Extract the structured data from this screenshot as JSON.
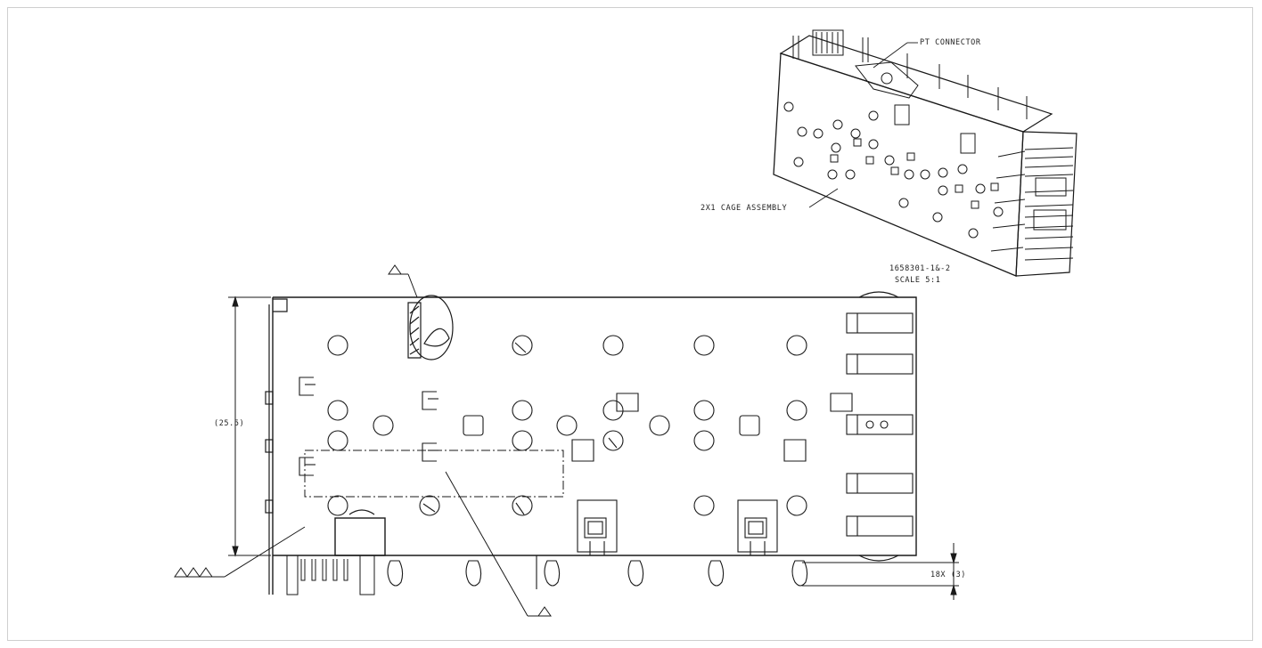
{
  "labels": {
    "pt_connector": "PT CONNECTOR",
    "cage_assembly": "2X1 CAGE ASSEMBLY",
    "part_number": "1658301-1&-2",
    "scale": "SCALE  5:1",
    "height_dim": "(25.5)",
    "pitch_dim": "18X (3)"
  },
  "colors": {
    "line": "#1a1a1a",
    "border": "#cfcfcf"
  },
  "icons": {
    "note_flag": "triangle-note-icon"
  }
}
